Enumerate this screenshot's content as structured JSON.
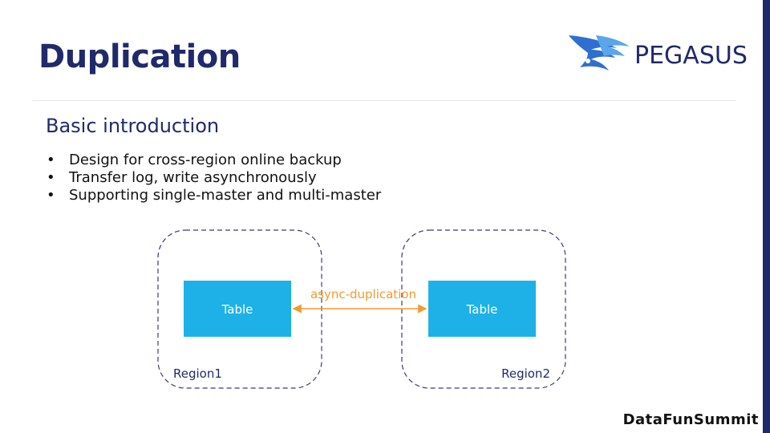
{
  "slide": {
    "title": "Duplication",
    "subtitle": "Basic introduction",
    "bullets": [
      "Design for cross-region online backup",
      "Transfer log, write asynchronously",
      "Supporting single-master and multi-master"
    ],
    "bullet_glyph": "•"
  },
  "logo": {
    "text": "PEGASUS",
    "icon": "pegasus-wing-icon",
    "color": "#2f6fcf"
  },
  "diagram": {
    "left_region": "Region1",
    "right_region": "Region2",
    "left_table": "Table",
    "right_table": "Table",
    "link_label": "async-duplication",
    "table_color": "#1eb1e7",
    "link_color": "#f29b30",
    "region_border_color": "#3b3b7a"
  },
  "footer": {
    "brand": "DataFunSummit"
  },
  "colors": {
    "title": "#1f2a6b",
    "accent_bar": "#1f2a6b"
  }
}
